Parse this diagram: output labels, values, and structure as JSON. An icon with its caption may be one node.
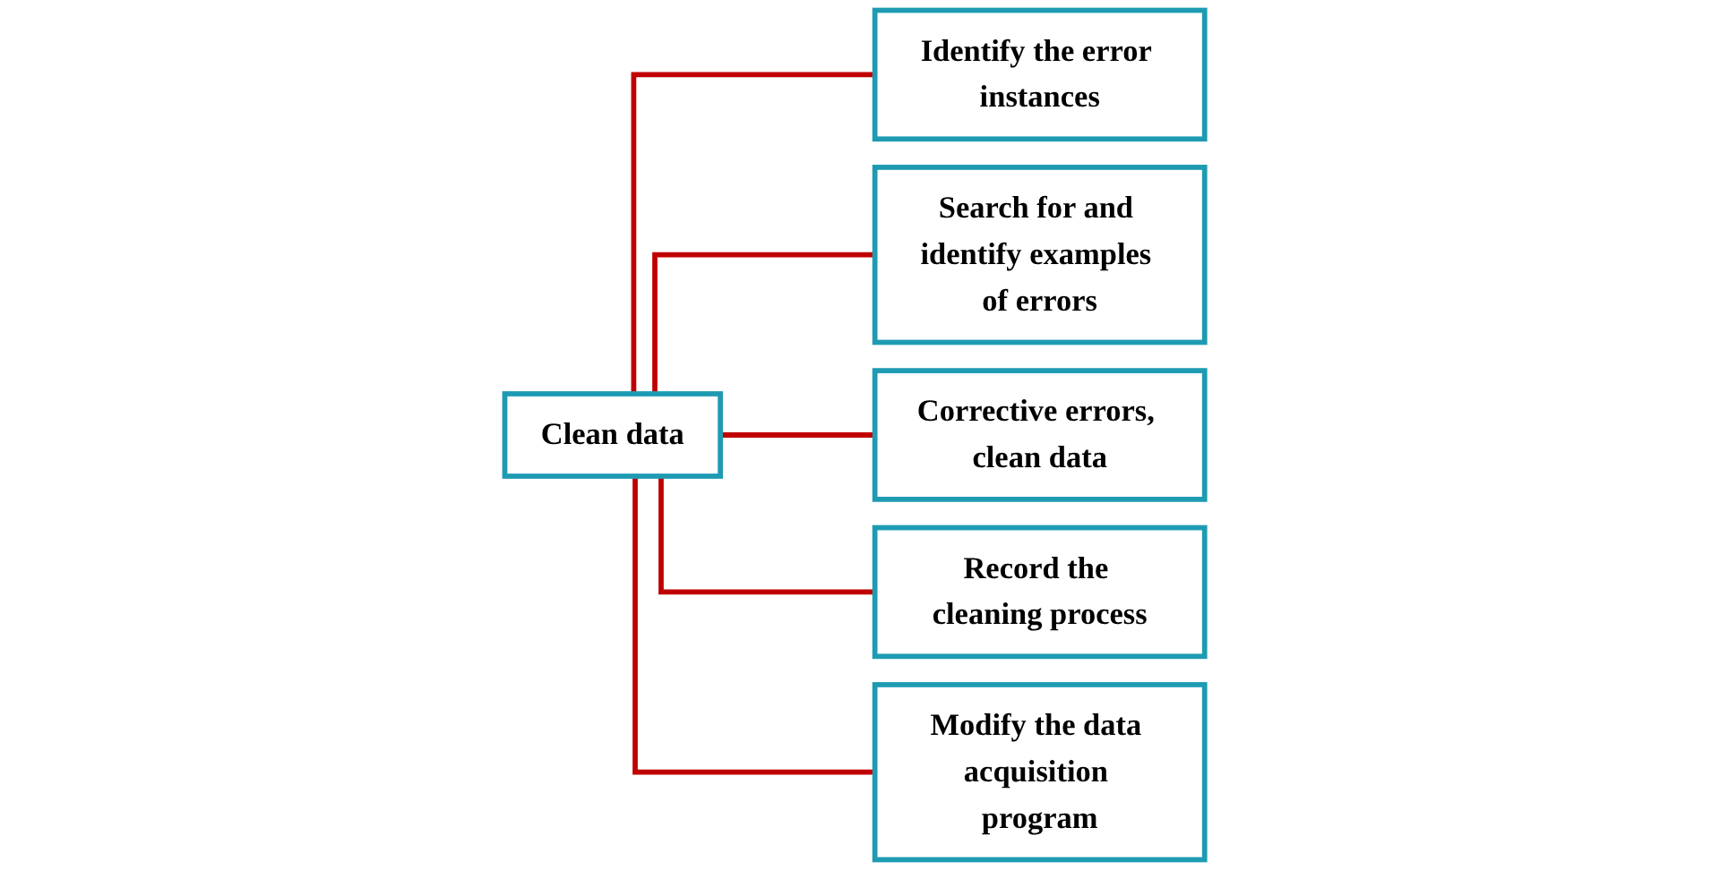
{
  "diagram": {
    "nodes": [
      {
        "text": [
          "Clean data"
        ]
      },
      {
        "text": [
          "Identify the error instances"
        ]
      },
      {
        "text": [
          "Search for and identify examples of errors"
        ]
      },
      {
        "text": [
          "Corrective errors, clean data"
        ]
      },
      {
        "text": [
          "Record the cleaning process"
        ]
      },
      {
        "text": [
          "Modify the data acquisition program"
        ]
      }
    ],
    "edges": [
      {
        "from": 0,
        "to": 1,
        "arrow": "none"
      },
      {
        "from": 0,
        "to": 2,
        "arrow": "none"
      },
      {
        "from": 0,
        "to": 3,
        "arrow": "none"
      },
      {
        "from": 0,
        "to": 4,
        "arrow": "none"
      },
      {
        "from": 0,
        "to": 5,
        "arrow": "none"
      }
    ]
  }
}
